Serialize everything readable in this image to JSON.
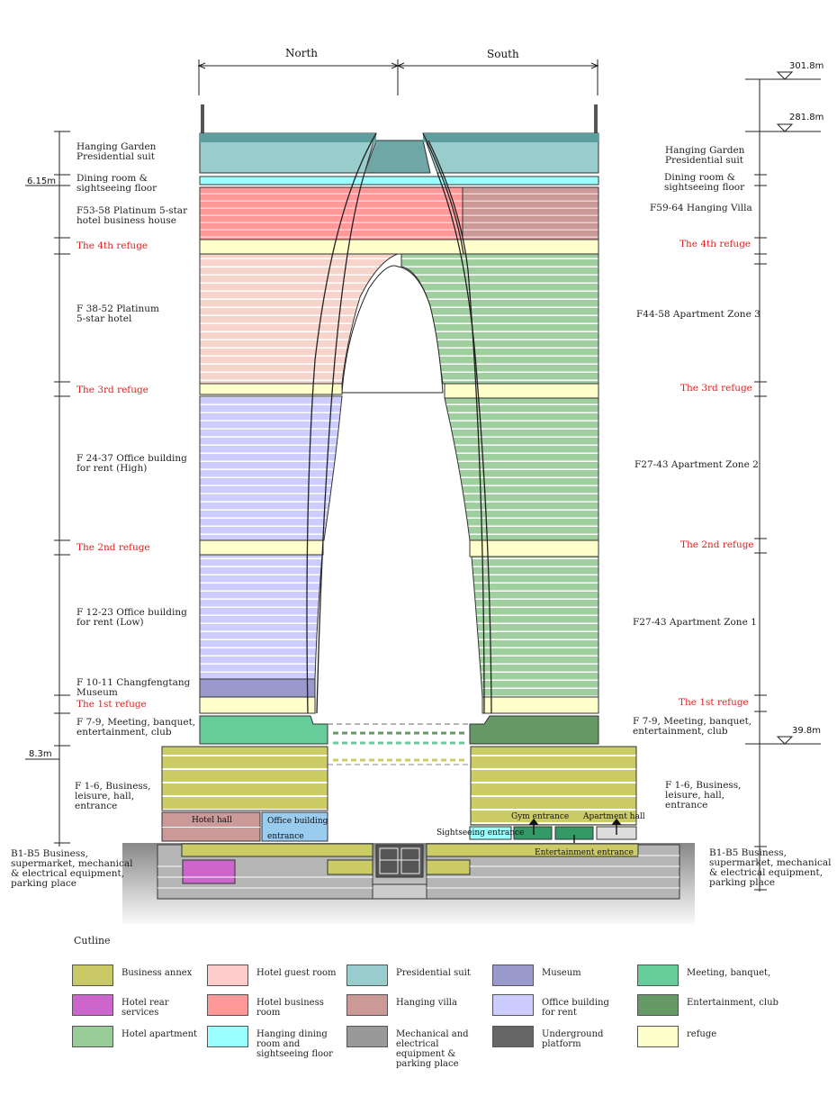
{
  "directions": {
    "north": "North",
    "south": "South"
  },
  "elevations": {
    "top": "301.8m",
    "second": "281.8m",
    "podium": "39.8m",
    "left_small": "6.15m",
    "left_base": "8.3m"
  },
  "left_labels": [
    {
      "text": "Hanging Garden\nPresidential suit",
      "red": false
    },
    {
      "text": "Dining room &\nsightseeing floor",
      "red": false
    },
    {
      "text": "F53-58 Platinum 5-star\nhotel business house",
      "red": false
    },
    {
      "text": "The 4th refuge",
      "red": true
    },
    {
      "text": "F 38-52 Platinum\n5-star hotel",
      "red": false
    },
    {
      "text": "The 3rd refuge",
      "red": true
    },
    {
      "text": "F 24-37 Office building\nfor rent (High)",
      "red": false
    },
    {
      "text": "The 2nd refuge",
      "red": true
    },
    {
      "text": "F 12-23 Office building\nfor rent (Low)",
      "red": false
    },
    {
      "text": "F 10-11 Changfengtang\nMuseum",
      "red": false
    },
    {
      "text": "The 1st refuge",
      "red": true
    },
    {
      "text": "F 7-9, Meeting, banquet,\nentertainment, club",
      "red": false
    },
    {
      "text": "F  1-6,  Business,\nleisure,    hall,\nentrance",
      "red": false
    },
    {
      "text": "B1-B5 Business,\nsupermarket, mechanical\n& electrical equipment,\nparking place",
      "red": false
    }
  ],
  "right_labels": [
    {
      "text": "Hanging Garden\nPresidential suit",
      "red": false
    },
    {
      "text": "Dining room &\nsightseeing floor",
      "red": false
    },
    {
      "text": "F59-64 Hanging Villa",
      "red": false
    },
    {
      "text": "The 4th refuge",
      "red": true
    },
    {
      "text": "F44-58 Apartment Zone 3",
      "red": false
    },
    {
      "text": "The 3rd refuge",
      "red": true
    },
    {
      "text": "F27-43 Apartment Zone 2",
      "red": false
    },
    {
      "text": "The 2nd refuge",
      "red": true
    },
    {
      "text": "F27-43 Apartment Zone 1",
      "red": false
    },
    {
      "text": "The 1st refuge",
      "red": true
    },
    {
      "text": "F 7-9, Meeting, banquet,\nentertainment, club",
      "red": false
    },
    {
      "text": "F  1-6,  Business,\nleisure,    hall,\nentrance",
      "red": false
    },
    {
      "text": "B1-B5 Business,\nsupermarket, mechanical\n& electrical equipment,\nparking place",
      "red": false
    }
  ],
  "entrances": {
    "hotel_hall": "Hotel hall",
    "office_entrance": "Office building\nentrance",
    "sightseeing": "Sightseeing entrance",
    "gym": "Gym entrance",
    "apartment": "Apartment hall",
    "entertainment": "Entertainment entrance"
  },
  "legend": {
    "title": "Cutline",
    "items": [
      {
        "label": "Business annex",
        "color": "#c9c866"
      },
      {
        "label": "Hotel rear\nservices",
        "color": "#cc66cc"
      },
      {
        "label": "Hotel apartment",
        "color": "#99cc99"
      },
      {
        "label": "Hotel guest room",
        "color": "#ffcccc"
      },
      {
        "label": "Hotel business\nroom",
        "color": "#ff9999"
      },
      {
        "label": "Hanging dining\nroom   and\nsightseeing floor",
        "color": "#99ffff"
      },
      {
        "label": "Presidential suit",
        "color": "#99cccc"
      },
      {
        "label": "Hanging villa",
        "color": "#cc9999"
      },
      {
        "label": "Mechanical and\nelectrical\nequipment &\nparking place",
        "color": "#999999"
      },
      {
        "label": "Museum",
        "color": "#9999cc"
      },
      {
        "label": "Office building\nfor rent",
        "color": "#ccccff"
      },
      {
        "label": "Underground\nplatform",
        "color": "#666666"
      },
      {
        "label": "Meeting, banquet,",
        "color": "#66cc99"
      },
      {
        "label": "Entertainment, club",
        "color": "#669966"
      },
      {
        "label": "refuge",
        "color": "#ffffcc"
      }
    ]
  }
}
